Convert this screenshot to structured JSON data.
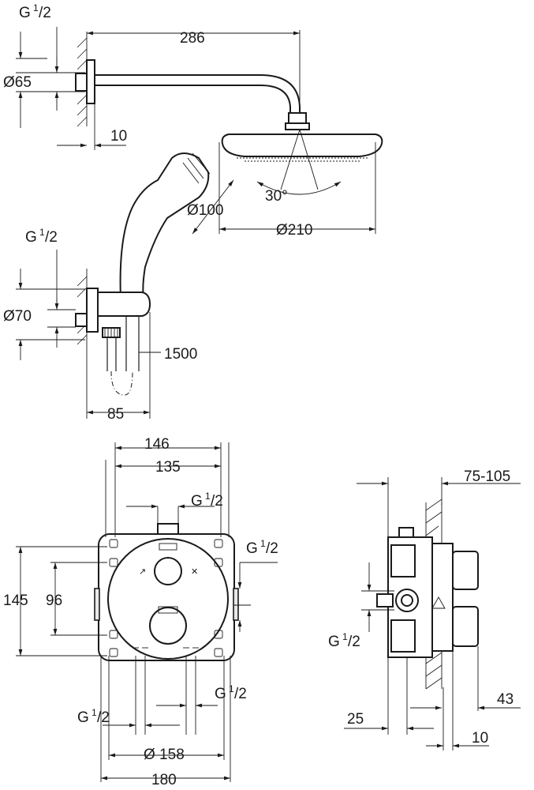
{
  "top_view": {
    "thread_top": {
      "base": "G",
      "sup": "1",
      "den": "/2"
    },
    "diameter_65": "Ø65",
    "length_286": "286",
    "offset_10": "10",
    "head_angle": "30°",
    "hand_diameter": "Ø100",
    "head_diameter": "Ø210",
    "thread_mid": {
      "base": "G",
      "sup": "1",
      "den": "/2"
    },
    "diameter_70": "Ø70",
    "hose_length": "1500",
    "depth_85": "85"
  },
  "front_view": {
    "width_146": "146",
    "width_135": "135",
    "thread_top_right": {
      "base": "G",
      "sup": "1",
      "den": "/2"
    },
    "thread_right": {
      "base": "G",
      "sup": "1",
      "den": "/2"
    },
    "height_145": "145",
    "height_96": "96",
    "thread_bottom_left": {
      "base": "G",
      "sup": "1",
      "den": "/2"
    },
    "thread_bottom_right": {
      "base": "G",
      "sup": "1",
      "den": "/2"
    },
    "diameter_158": "Ø 158",
    "width_180": "180"
  },
  "side_view": {
    "wall_depth": "75-105",
    "thread": {
      "base": "G",
      "sup": "1",
      "den": "/2"
    },
    "depth_25": "25",
    "depth_43": "43",
    "depth_10": "10"
  }
}
